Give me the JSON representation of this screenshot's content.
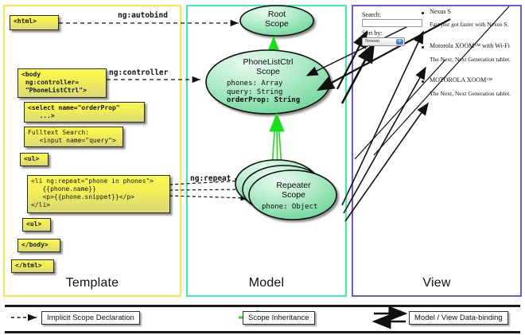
{
  "panels": {
    "template": {
      "label": "Template",
      "border_color": "#f1ec4c"
    },
    "model": {
      "label": "Model",
      "border_color": "#3deeb1"
    },
    "view": {
      "label": "View",
      "border_color": "#6a5ae0"
    }
  },
  "template_boxes": [
    {
      "name": "html-open",
      "text": "<html>"
    },
    {
      "name": "body-open",
      "text": "<body\n ng:controller=\n \"PhoneListCtrl\">"
    },
    {
      "name": "select-tag",
      "text": "<select name=\"orderProp\"\n   ...>"
    },
    {
      "name": "search-input",
      "text": "Fulltext Search:\n   <input name=\"query\">"
    },
    {
      "name": "ul-open",
      "text": "<ul>"
    },
    {
      "name": "li-repeat",
      "text": "<li ng:repeat=\"phone in phones\">\n   {{phone.name}}\n   <p>{{phone.snippet}}</p>\n</li>"
    },
    {
      "name": "ul-close",
      "text": "<ul>"
    },
    {
      "name": "body-close",
      "text": "</body>"
    },
    {
      "name": "html-close",
      "text": "</html>"
    }
  ],
  "edge_labels": {
    "autobind": "ng:autobind",
    "controller": "ng:controller",
    "repeat": "ng:repeat"
  },
  "scopes": [
    {
      "name": "root-scope",
      "title_line1": "Root",
      "title_line2": "Scope",
      "props": []
    },
    {
      "name": "phonelistctrl-scope",
      "title_line1": "PhoneListCtrl",
      "title_line2": "Scope",
      "props": [
        {
          "text": "phones: Array",
          "bold": false
        },
        {
          "text": "query: String",
          "bold": false
        },
        {
          "text": "orderProp: String",
          "bold": true
        }
      ]
    },
    {
      "name": "repeater-scope",
      "title_line1": "Repeater",
      "title_line2": "Scope",
      "props": [
        {
          "text": "phone: Object",
          "bold": false
        }
      ]
    }
  ],
  "view": {
    "search_label": "Search:",
    "search_value": "",
    "sort_label": "Sort by:",
    "sort_selected": "Newest",
    "phones": [
      {
        "name": "Nexus S",
        "snippet": "Fast just got faster with Nexus S."
      },
      {
        "name": "Motorola XOOM™ with Wi-Fi",
        "snippet": "The Next, Next Generation tablet."
      },
      {
        "name": "MOTOROLA XOOM™",
        "snippet": "The Next, Next Generation tablet."
      }
    ]
  },
  "legend": [
    {
      "name": "implicit-scope-declaration",
      "label": "Implicit Scope Declaration",
      "style": "dashed-black-arrow"
    },
    {
      "name": "scope-inheritance",
      "label": "Scope Inheritance",
      "style": "solid-green-arrow"
    },
    {
      "name": "model-view-data-binding",
      "label": "Model / View Data-binding",
      "style": "double-black-arrow"
    }
  ],
  "colors": {
    "yellow_box": "#f7f14e",
    "green_ellipse": "#7fe0a6",
    "inheritance_green": "#18e018",
    "arrow_black": "#111111"
  }
}
